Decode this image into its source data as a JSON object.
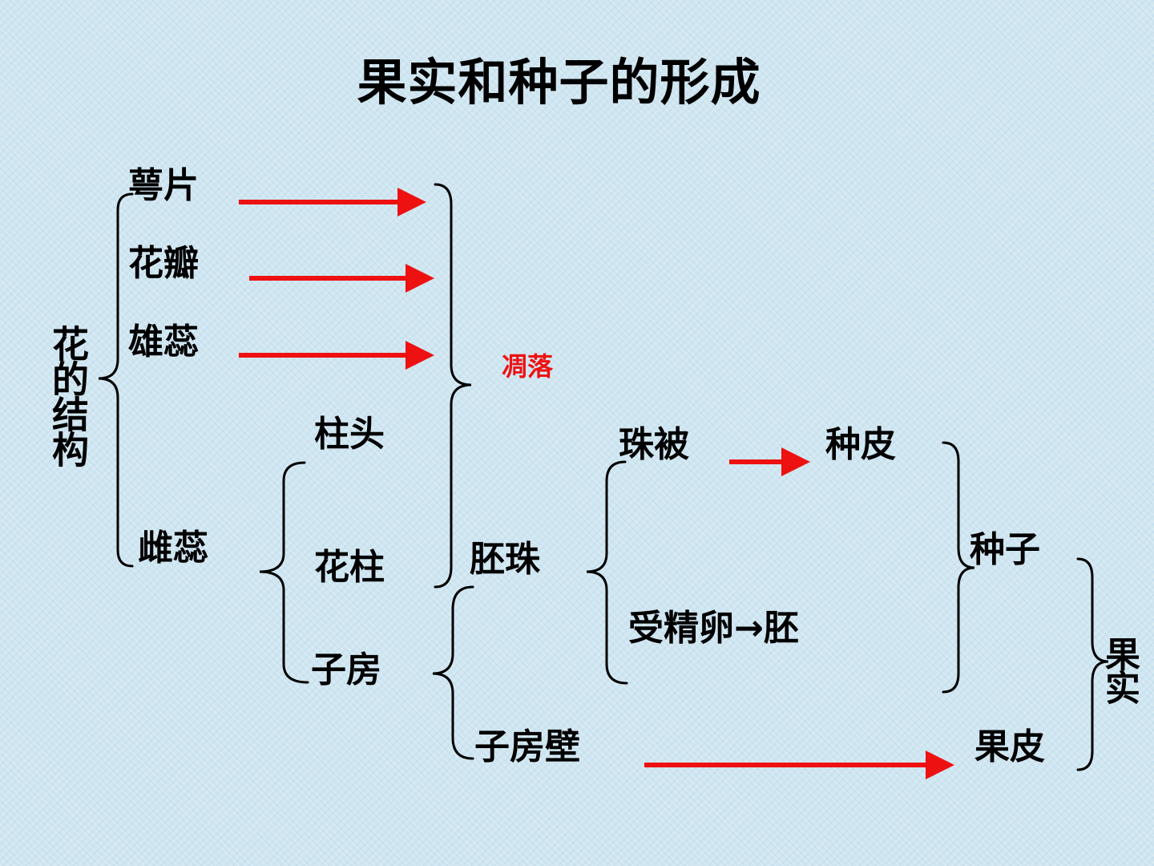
{
  "title": "果实和种子的形成",
  "root": "花的结构",
  "parts": {
    "sepal": "萼片",
    "petal": "花瓣",
    "stamen": "雄蕊",
    "pistil": "雌蕊"
  },
  "fall_off": "凋落",
  "pistil_parts": {
    "stigma": "柱头",
    "style": "花柱",
    "ovary": "子房"
  },
  "ovary_parts": {
    "ovule": "胚珠",
    "ovary_wall": "子房壁"
  },
  "ovule_parts": {
    "integument": "珠被",
    "zygote": "受精卵→胚"
  },
  "results": {
    "seed_coat": "种皮",
    "seed": "种子",
    "pericarp": "果皮",
    "fruit": "果实"
  },
  "colors": {
    "arrow": "#ee1111",
    "text": "#000000",
    "background": "#cfe6f1"
  }
}
